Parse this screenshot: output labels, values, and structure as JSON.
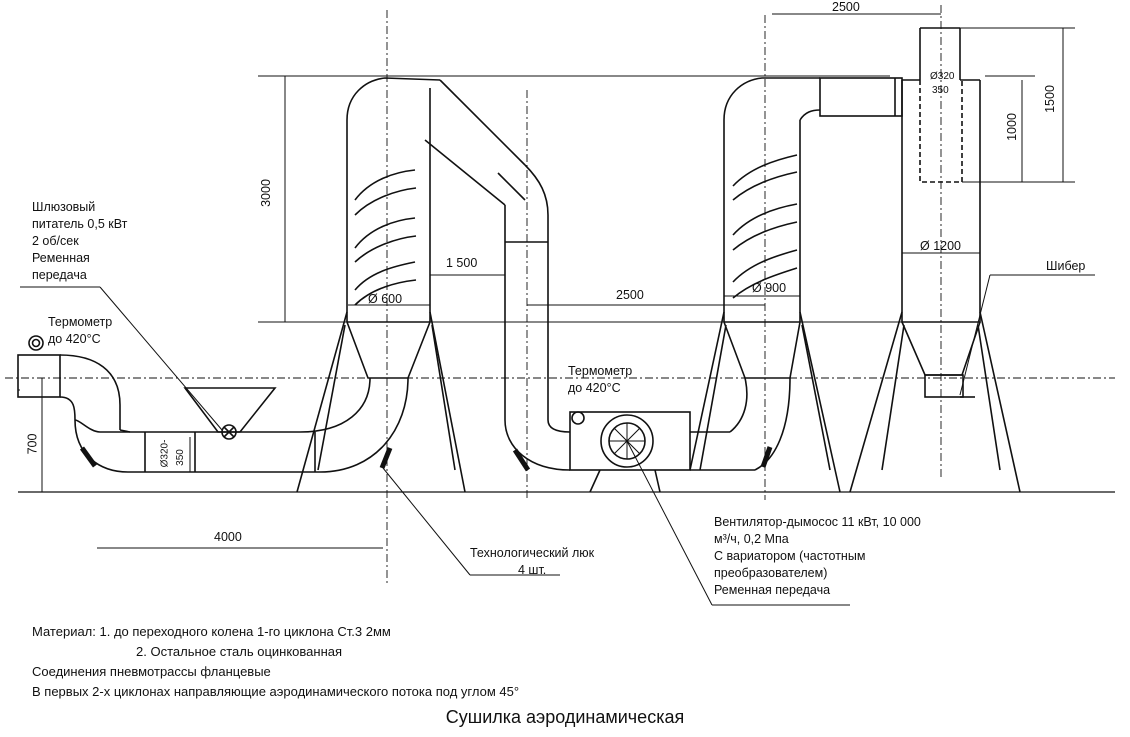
{
  "title": "Сушилка аэродинамическая",
  "labels": {
    "feeder": [
      "Шлюзовый",
      "питатель 0,5 кВт",
      "2 об/сек",
      "Ременная",
      "передача"
    ],
    "thermo1": [
      "Термометр",
      "до 420°С"
    ],
    "thermo2": [
      "Термометр",
      "до 420°С"
    ],
    "hatch": [
      "Технологический люк",
      "4 шт."
    ],
    "fan": [
      "Вентилятор-дымосос 11 кВт, 10 000",
      "м³/ч, 0,2 Мпа",
      "С вариатором (частотным",
      "преобразователем)",
      "Ременная передача"
    ],
    "gate": "Шибер"
  },
  "dimensions": {
    "d2500_top": "2500",
    "d3000": "3000",
    "d1500_gap": "1 500",
    "d2500_mid": "2500",
    "d600": "Ø 600",
    "d900": "Ø 900",
    "d1200": "Ø 1200",
    "d1500_stack": "1500",
    "d1000": "1000",
    "d320_stack": "Ø320",
    "d350_stack": "350",
    "d700": "700",
    "d4000": "4000",
    "d320_duct": "Ø320-",
    "d350_duct": "350"
  },
  "notes": [
    "Материал: 1. до переходного колена 1-го циклона Ст.3 2мм",
    "2. Остальное сталь оцинкованная",
    "Соединения пневмотрассы фланцевые",
    "В первых 2-х циклонах направляющие аэродинамического потока под углом 45°"
  ]
}
